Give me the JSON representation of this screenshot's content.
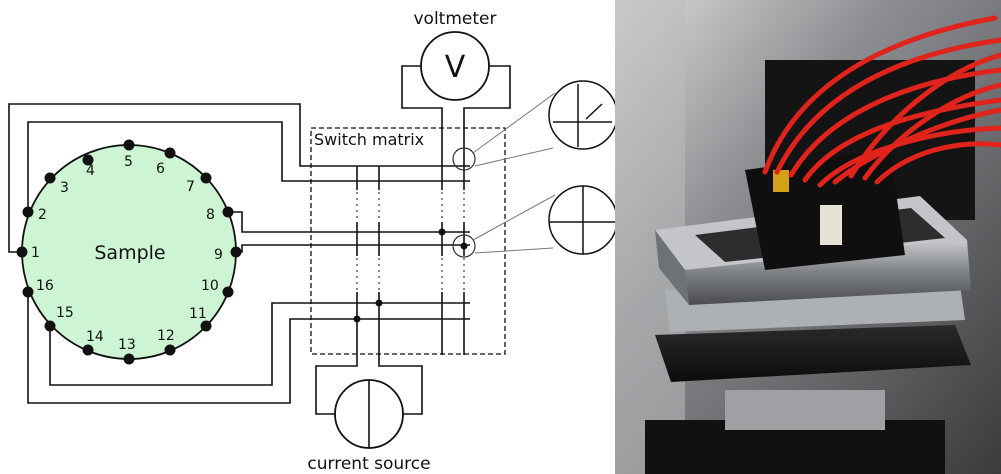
{
  "labels": {
    "voltmeter": "voltmeter",
    "voltmeter_symbol": "V",
    "switch_matrix": "Switch matrix",
    "sample": "Sample",
    "current_source": "current source"
  },
  "contacts": [
    "1",
    "2",
    "3",
    "4",
    "5",
    "6",
    "7",
    "8",
    "9",
    "10",
    "11",
    "12",
    "13",
    "14",
    "15",
    "16"
  ],
  "colors": {
    "sample_fill": "#cdf5d4",
    "line": "#111111",
    "wire_red": "#e0231b",
    "photo_background": "#2b2b2b",
    "holder_metal": "#8a8d90"
  }
}
